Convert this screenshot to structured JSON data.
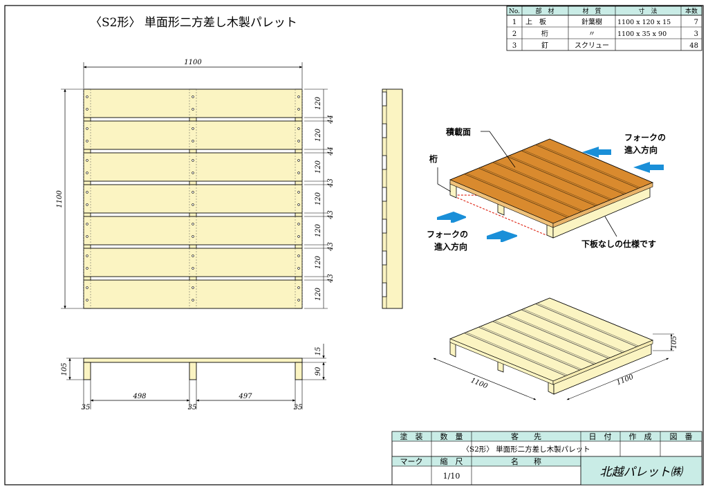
{
  "title": "〈S2形〉 単面形二方差し木製パレット",
  "parts_table": {
    "headers": [
      "No.",
      "部　材",
      "材　質",
      "寸　法",
      "本数"
    ],
    "rows": [
      [
        "1",
        "上　板",
        "針葉樹",
        "1100 x 120 x  15",
        "7"
      ],
      [
        "2",
        "桁",
        "〃",
        "1100 x  35 x  90",
        "3"
      ],
      [
        "3",
        "釘",
        "スクリュー",
        "",
        "48"
      ]
    ]
  },
  "plan_view": {
    "width_label": "1100",
    "height_label": "1100",
    "right_dims": [
      "120",
      "44",
      "120",
      "44",
      "120",
      "43",
      "120",
      "43",
      "120",
      "43",
      "120",
      "43",
      "120"
    ]
  },
  "front_view": {
    "total_height": "105",
    "board": "15",
    "stringer": "90",
    "spans": [
      "498",
      "497"
    ],
    "stringer_widths": [
      "35",
      "35",
      "35"
    ]
  },
  "iso_view": {
    "deck_label": "積載面",
    "stringer_label": "桁",
    "fork_label_1": "フォークの",
    "fork_label_2": "進入方向",
    "note": "下板なしの仕様です",
    "colors": {
      "deck": "#d98a2e",
      "wood": "#fbf4c2",
      "arrow": "#1a8fd8",
      "dashed": "#e03020"
    }
  },
  "iso_small": {
    "dim_left": "1100",
    "dim_right": "1100",
    "dim_height": "105"
  },
  "title_block": {
    "h_paint": "塗　装",
    "h_qty": "数　量",
    "h_client": "客　　先",
    "h_date": "日　付",
    "h_author": "作　成",
    "h_drawing_no": "図　番",
    "client_value": "〈S2形〉 単面形二方差し木製パレット",
    "h_mark": "マーク",
    "h_scale": "縮　尺",
    "h_name": "名　　称",
    "scale_value": "1/10",
    "company": "北越パレット㈱",
    "company_bg": "#c9ece6"
  }
}
